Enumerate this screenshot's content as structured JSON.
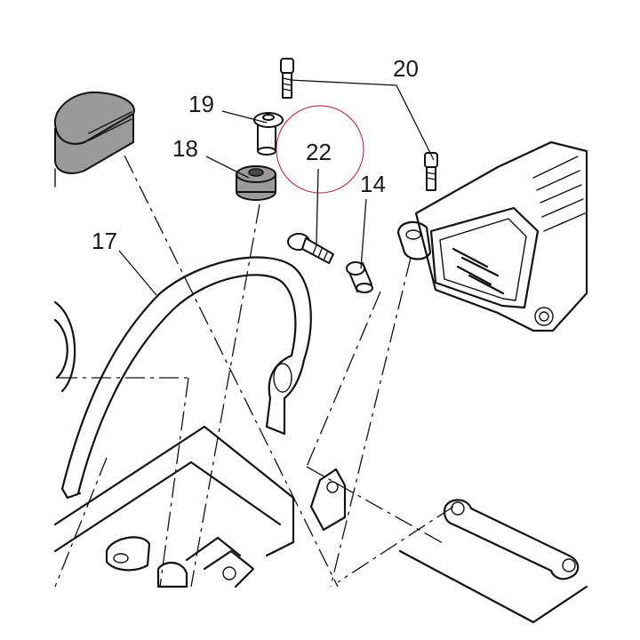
{
  "callouts": {
    "c20": "20",
    "c19": "19",
    "c18": "18",
    "c22": "22",
    "c14": "14",
    "c17": "17"
  },
  "highlight_color": "#c8102e"
}
